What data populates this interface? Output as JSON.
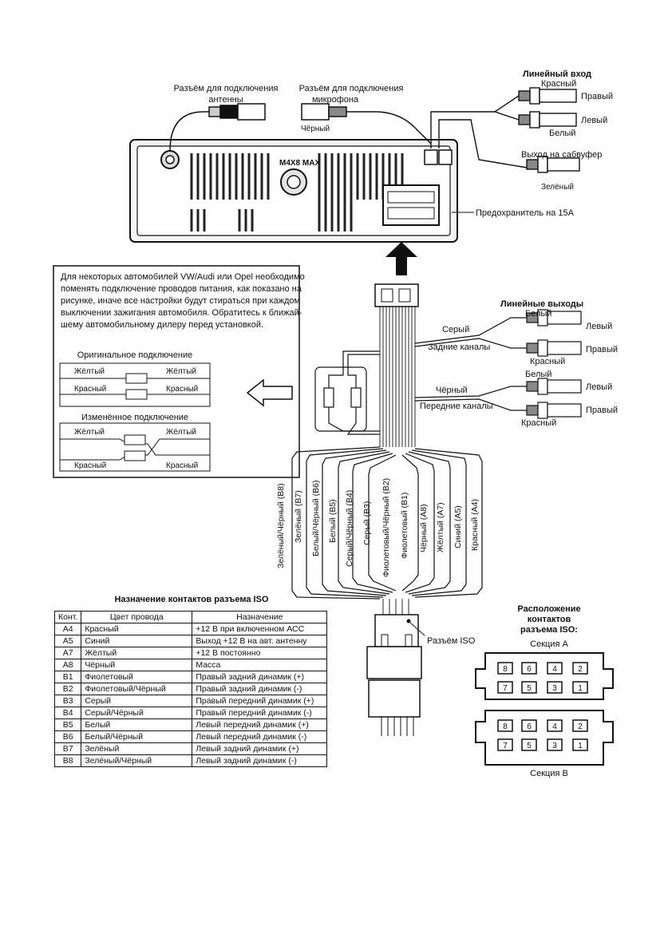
{
  "top": {
    "antenna_label_1": "Разъём для подключения",
    "antenna_label_2": "антенны",
    "mic_label_1": "Разъём для подключения",
    "mic_label_2": "микрофона",
    "mic_color": "Чёрный",
    "line_in_title": "Линейный вход",
    "line_in_red": "Красный",
    "line_in_right": "Правый",
    "line_in_left": "Левый",
    "line_in_white": "Белый",
    "subwoofer_label": "Выход на сабвуфер",
    "subwoofer_color": "Зелёный",
    "fuse_label": "Предохранитель на 15А",
    "head_mark": "M4X8 MAX"
  },
  "note": {
    "lines": [
      "Для некоторых автомобилей VW/Audi или Opel необходимо",
      "поменять подключение проводов питания, как показано на",
      "рисунке, иначе все настройки будут стираться при каждом",
      "выключении зажигания автомобиля. Обратитесь к ближай-",
      "шему автомобильному дилеру перед установкой."
    ],
    "original_title": "Оригинальное подключение",
    "modified_title": "Изменённое подключение",
    "yellow": "Жёлтый",
    "red": "Красный"
  },
  "line_out": {
    "title": "Линейные выходы",
    "white": "Белый",
    "left": "Левый",
    "right": "Правый",
    "red": "Красный",
    "grey": "Серый",
    "rear": "Задние каналы",
    "black": "Чёрный",
    "front": "Передние каналы"
  },
  "wires": [
    "Зелёный/Чёрный (B8)",
    "Зелёный (B7)",
    "Белый/Чёрный (B6)",
    "Белый (B5)",
    "Серый/Чёрный (B4)",
    "Серый (B3)",
    "Фиолетовый/Чёрный (B2)",
    "Фиолетовый (B1)",
    "Чёрный (A8)",
    "Жёлтый (A7)",
    "Синий (A5)",
    "Красный (A4)"
  ],
  "iso": {
    "connector_label": "Разъём ISO",
    "table_title": "Назначение контактов разъема ISO",
    "headers": [
      "Конт.",
      "Цвет провода",
      "Назначение"
    ],
    "rows": [
      [
        "A4",
        "Красный",
        "+12 В при включенном АСС"
      ],
      [
        "A5",
        "Синий",
        "Выход +12 В на авт. антенну"
      ],
      [
        "A7",
        "Жёлтый",
        "+12 В постоянно"
      ],
      [
        "A8",
        "Чёрный",
        "Масса"
      ],
      [
        "B1",
        "Фиолетовый",
        "Правый задний динамик (+)"
      ],
      [
        "B2",
        "Фиолетовый/Чёрный",
        "Правый задний динамик (-)"
      ],
      [
        "B3",
        "Серый",
        "Правый передний динамик (+)"
      ],
      [
        "B4",
        "Серый/Чёрный",
        "Правый передний динамик (-)"
      ],
      [
        "B5",
        "Белый",
        "Левый передний динамик (+)"
      ],
      [
        "B6",
        "Белый/Чёрный",
        "Левый передний динамик (-)"
      ],
      [
        "B7",
        "Зелёный",
        "Левый задний динамик (+)"
      ],
      [
        "B8",
        "Зелёный/Чёрный",
        "Левый задний динамик (-)"
      ]
    ],
    "layout_title_1": "Расположение",
    "layout_title_2": "контактов",
    "layout_title_3": "разъема ISO:",
    "section_a": "Секция A",
    "section_b": "Секция B",
    "pins_top": [
      "8",
      "6",
      "4",
      "2"
    ],
    "pins_bottom": [
      "7",
      "5",
      "3",
      "1"
    ]
  }
}
